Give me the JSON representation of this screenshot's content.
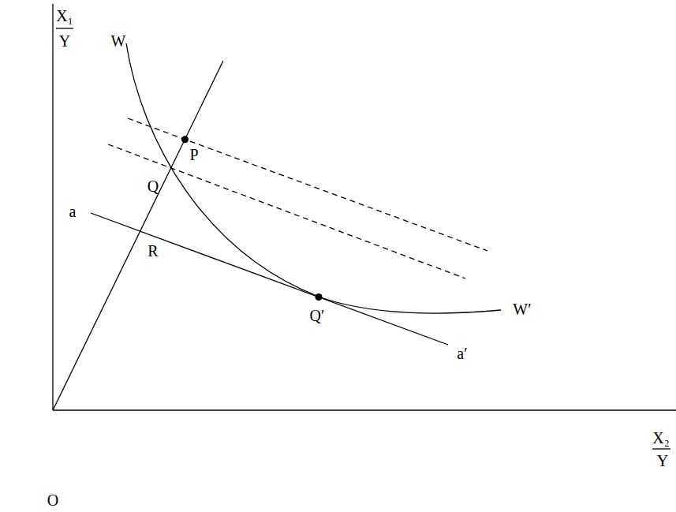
{
  "diagram": {
    "labels": [
      "X₁",
      "Y",
      "W",
      "P",
      "Q",
      "a",
      "R",
      "Q′",
      "a′",
      "W′",
      "O",
      "X₂",
      "Y"
    ]
  }
}
